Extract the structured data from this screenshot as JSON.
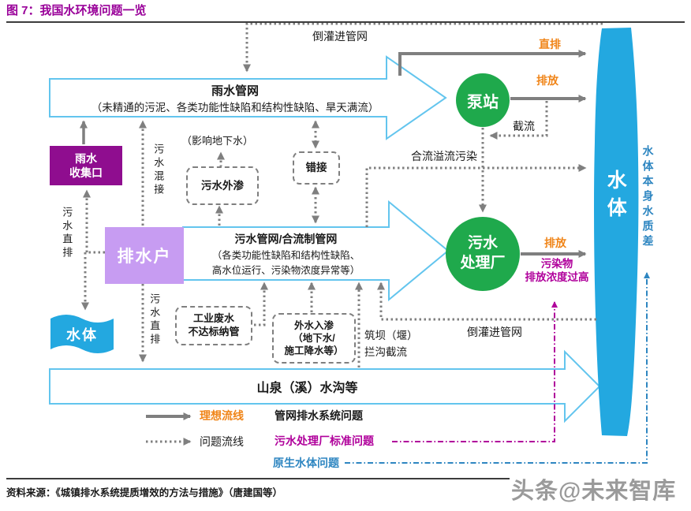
{
  "title": "图 7：我国水环境问题一览",
  "colors": {
    "title_purple": "#990099",
    "dark_purple_box": "#8f0d8f",
    "light_purple_box": "#c79cf2",
    "green_node": "#1fa94c",
    "water_blue": "#23a8e0",
    "arrow_outline_cyan": "#63c5ee",
    "flow_gray": "#7f7f7f",
    "label_orange": "#f08519",
    "plant_problem_purple": "#b0009b",
    "native_water_blue": "#2e86c1"
  },
  "nodes": {
    "rain_network": {
      "title": "雨水管网",
      "subtitle": "（未精通的污泥、各类功能性缺陷和结构性缺陷、旱天满流）"
    },
    "sewage_network": {
      "title": "污水管网/合流制管网",
      "subtitle1": "（各类功能性缺陷和结构性缺陷、",
      "subtitle2": "高水位运行、污染物浓度异常等）"
    },
    "pump_station": "泵站",
    "treatment_plant": {
      "line1": "污水",
      "line2": "处理厂"
    },
    "rain_inlet": {
      "line1": "雨水",
      "line2": "收集口"
    },
    "discharger": "排水户",
    "water_body_left": "水体",
    "water_body_right": "水体",
    "mountain_stream": "山泉（溪）水沟等",
    "sewage_leak_box": "污水外渗",
    "wrong_connection_box": "错接",
    "industrial_box": {
      "line1": "工业废水",
      "line2": "不达标纳管"
    },
    "external_water_box": {
      "line1": "外水入渗",
      "line2": "（地下水/",
      "line3": "施工降水等）"
    }
  },
  "labels": {
    "backflow_top": "倒灌进管网",
    "backflow_bottom": "倒灌进管网",
    "direct_discharge": "直排",
    "discharge_pump": "排放",
    "discharge_plant": "排放",
    "intercept": "截流",
    "cso_pollution": "合流溢流污染",
    "affect_groundwater": "（影响地下水）",
    "sewage_mix": "污水混接",
    "sewage_direct_left": "污水直排",
    "sewage_direct_mid": "污水直排",
    "dam_line1": "筑坝（堰）",
    "dam_line2": "拦沟截流",
    "pollutant_line1": "污染物",
    "pollutant_line2": "排放浓度过高",
    "water_quality_self": "水体本身水质差"
  },
  "legend": {
    "ideal_flow": "理想流线",
    "problem_flow": "问题流线",
    "network_problem": "管网排水系统问题",
    "plant_problem": "污水处理厂标准问题",
    "native_water_problem": "原生水体问题"
  },
  "footer": {
    "source": "资料来源：《城镇排水系统提质增效的方法与措施》（唐建国等）",
    "watermark": "头条@未来智库"
  }
}
